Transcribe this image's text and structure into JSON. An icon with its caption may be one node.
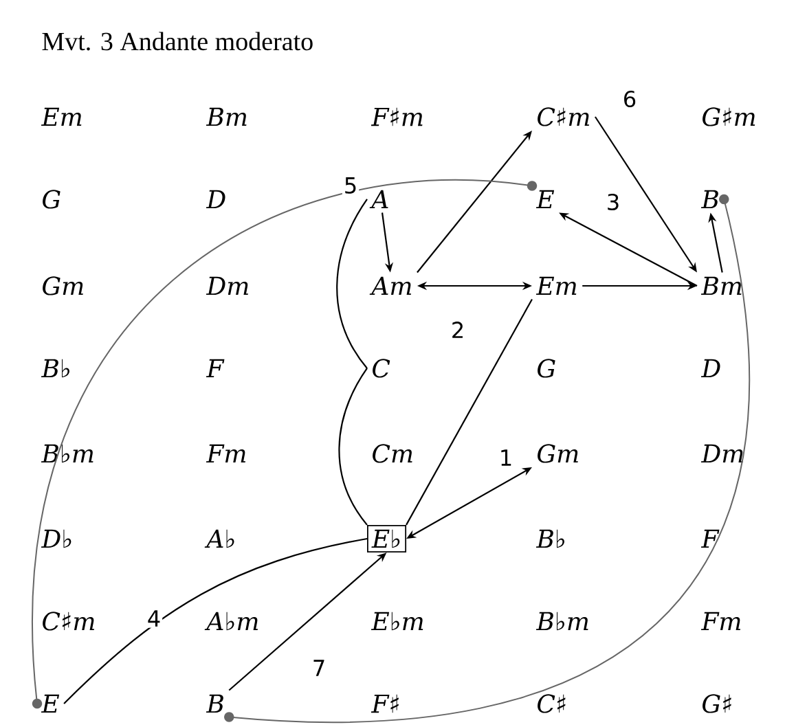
{
  "diagram": {
    "title": "Mvt. 3 Andante moderato",
    "nodes": [
      {
        "text": [
          "Em"
        ]
      },
      {
        "text": [
          "Bm"
        ]
      },
      {
        "text": [
          "F♯m"
        ]
      },
      {
        "text": [
          "C♯m"
        ]
      },
      {
        "text": [
          "G♯m"
        ]
      },
      {
        "text": [
          "G"
        ]
      },
      {
        "text": [
          "D"
        ]
      },
      {
        "text": [
          "A"
        ]
      },
      {
        "text": [
          "E"
        ]
      },
      {
        "text": [
          "B"
        ]
      },
      {
        "text": [
          "Gm"
        ]
      },
      {
        "text": [
          "Dm"
        ]
      },
      {
        "text": [
          "Am"
        ]
      },
      {
        "text": [
          "Em"
        ]
      },
      {
        "text": [
          "Bm"
        ]
      },
      {
        "text": [
          "B♭"
        ]
      },
      {
        "text": [
          "F"
        ]
      },
      {
        "text": [
          "C"
        ]
      },
      {
        "text": [
          "G"
        ]
      },
      {
        "text": [
          "D"
        ]
      },
      {
        "text": [
          "B♭m"
        ]
      },
      {
        "text": [
          "Fm"
        ]
      },
      {
        "text": [
          "Cm"
        ]
      },
      {
        "text": [
          "Gm"
        ]
      },
      {
        "text": [
          "Dm"
        ]
      },
      {
        "text": [
          "D♭"
        ]
      },
      {
        "text": [
          "A♭"
        ]
      },
      {
        "text": [
          "E♭"
        ]
      },
      {
        "text": [
          "B♭"
        ]
      },
      {
        "text": [
          "F"
        ]
      },
      {
        "text": [
          "C♯m"
        ]
      },
      {
        "text": [
          "A♭m"
        ]
      },
      {
        "text": [
          "E♭m"
        ]
      },
      {
        "text": [
          "B♭m"
        ]
      },
      {
        "text": [
          "Fm"
        ]
      },
      {
        "text": [
          "E"
        ]
      },
      {
        "text": [
          "B"
        ]
      },
      {
        "text": [
          "F♯"
        ]
      },
      {
        "text": [
          "C♯"
        ]
      },
      {
        "text": [
          "G♯"
        ]
      }
    ],
    "edges": [
      {
        "from": 12,
        "to": 3,
        "arrow": "to"
      },
      {
        "from": 3,
        "to": 14,
        "arrow": "to",
        "label": "6"
      },
      {
        "from": 14,
        "to": 8,
        "arrow": "to",
        "label": "3"
      },
      {
        "from": 14,
        "to": 9,
        "arrow": "to"
      },
      {
        "from": 7,
        "to": 12,
        "arrow": "to"
      },
      {
        "from": 12,
        "to": 13,
        "arrow": "both",
        "label": "2"
      },
      {
        "from": 13,
        "to": 14,
        "arrow": "to"
      },
      {
        "from": 13,
        "to": 27,
        "arrow": "none"
      },
      {
        "from": 7,
        "to": 17,
        "arrow": "none",
        "label": "5"
      },
      {
        "from": 17,
        "to": 27,
        "arrow": "none"
      },
      {
        "from": 27,
        "to": 23,
        "arrow": "both",
        "label": "1"
      },
      {
        "from": 35,
        "to": 27,
        "arrow": "none",
        "label": "4"
      },
      {
        "from": 36,
        "to": 27,
        "arrow": "to",
        "label": "7"
      },
      {
        "from": 8,
        "to": 35,
        "arrow": "other",
        "color": "#666666"
      },
      {
        "from": 9,
        "to": 36,
        "arrow": "other",
        "color": "#666666"
      }
    ]
  }
}
